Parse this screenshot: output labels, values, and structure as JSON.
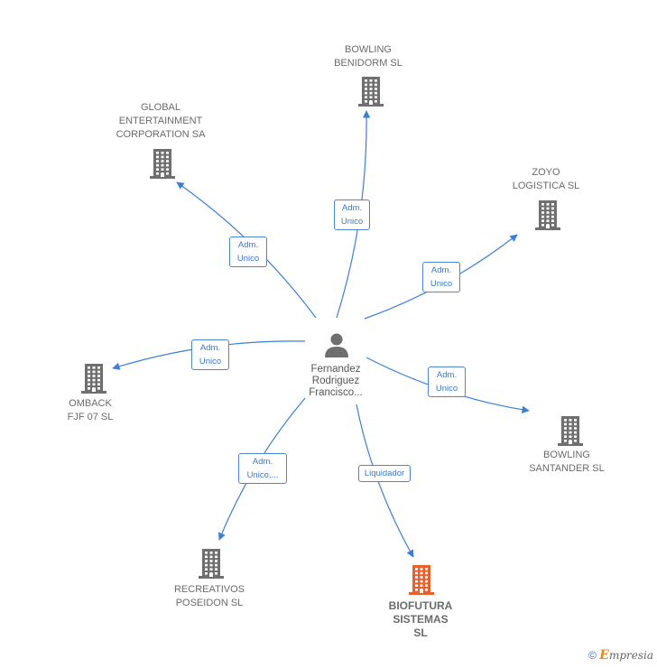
{
  "center": {
    "label": "Fernandez\nRodriguez\nFrancisco..."
  },
  "nodes": [
    {
      "id": "bowling-benidorm",
      "label": "BOWLING\nBENIDORM SL",
      "highlight": false
    },
    {
      "id": "global-entertainment",
      "label": "GLOBAL\nENTERTAINMENT\nCORPORATION SA",
      "highlight": false
    },
    {
      "id": "zoyo-logistica",
      "label": "ZOYO\nLOGISTICA  SL",
      "highlight": false
    },
    {
      "id": "omback",
      "label": "OMBACK\nFJF 07 SL",
      "highlight": false
    },
    {
      "id": "bowling-santander",
      "label": "BOWLING\nSANTANDER SL",
      "highlight": false
    },
    {
      "id": "recreativos-poseidon",
      "label": "RECREATIVOS\nPOSEIDON SL",
      "highlight": false
    },
    {
      "id": "biofutura",
      "label": "BIOFUTURA\nSISTEMAS\nSL",
      "highlight": true
    }
  ],
  "edges": [
    {
      "to": "bowling-benidorm",
      "label": "Adm.\nUnico"
    },
    {
      "to": "global-entertainment",
      "label": "Adm.\nUnico"
    },
    {
      "to": "zoyo-logistica",
      "label": "Adm.\nUnico"
    },
    {
      "to": "omback",
      "label": "Adm.\nUnico"
    },
    {
      "to": "bowling-santander",
      "label": "Adm.\nUnico"
    },
    {
      "to": "recreativos-poseidon",
      "label": "Adm.\nUnico,..."
    },
    {
      "to": "biofutura",
      "label": "Liquidador"
    }
  ],
  "colors": {
    "edge": "#3d7fd6",
    "building": "#6f6f6f",
    "building_highlight": "#e8602c",
    "person": "#6f6f6f"
  },
  "footer": {
    "copyright": "©",
    "brand_initial": "E",
    "brand_rest": "mpresia"
  }
}
